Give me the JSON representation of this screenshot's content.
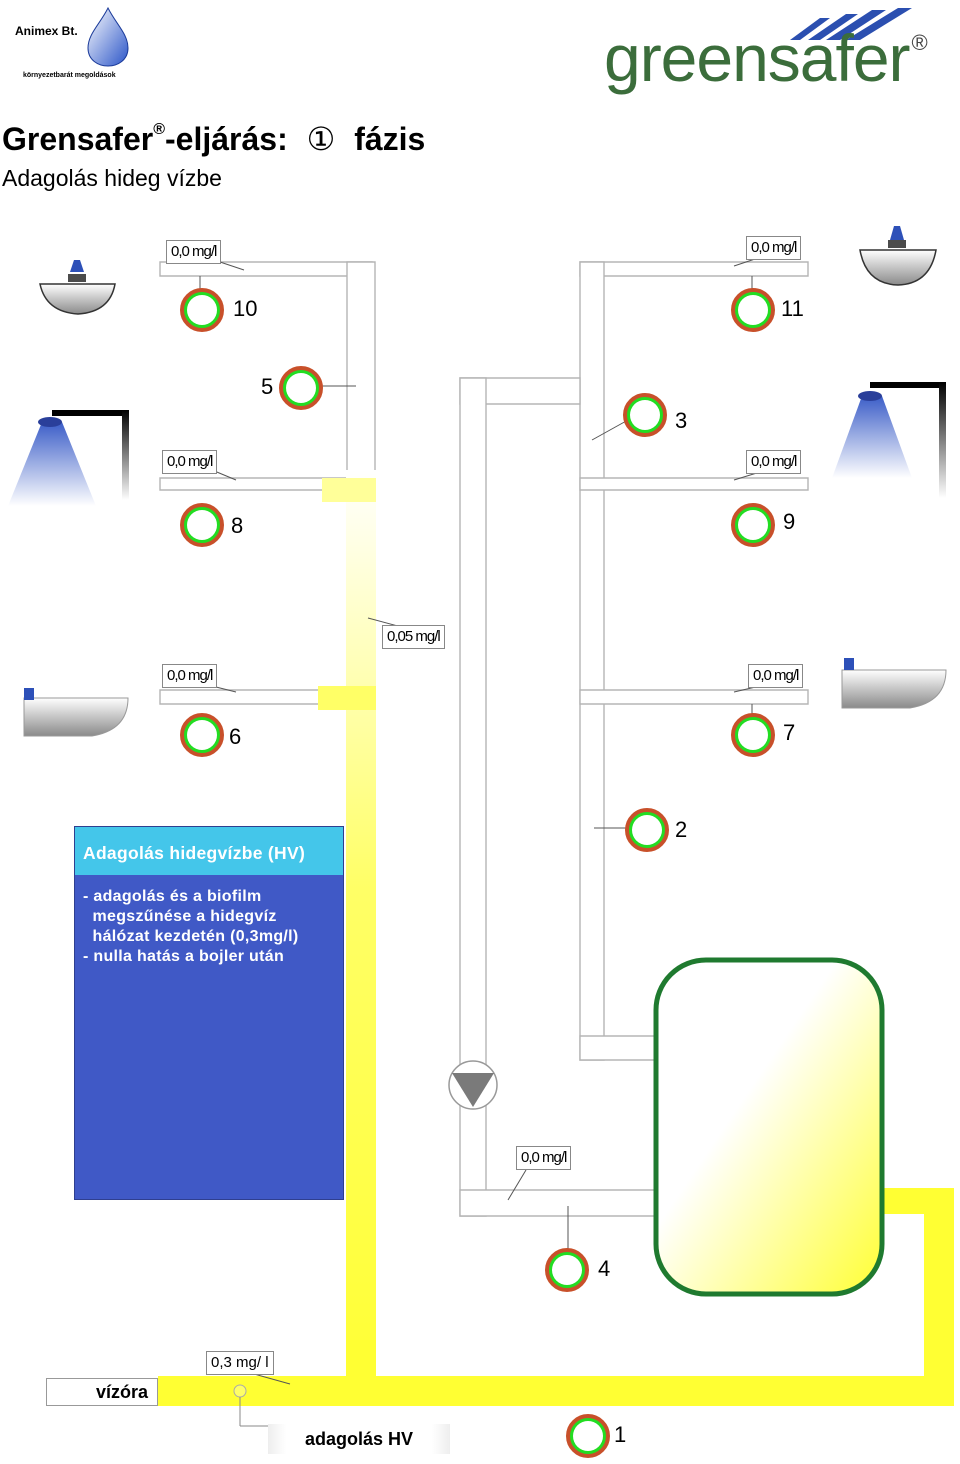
{
  "logos": {
    "animex_name": "Animex Bt.",
    "animex_slogan": "környezetbarát megoldások",
    "greensafer_text": "greensafer",
    "greensafer_mark": "®"
  },
  "header": {
    "title_part1": "Grensafer",
    "title_mark": "®",
    "title_part2": "-eljárás:",
    "phase_symbol": "①",
    "title_part3": "fázis",
    "subtitle": "Adagolás hideg vízbe"
  },
  "readings": {
    "r_top_left": "0,0 mg/l",
    "r_top_right": "0,0 mg/l",
    "r_mid_left": "0,0 mg/l",
    "r_mid_right": "0,0 mg/l",
    "r_center": "0,05 mg/l",
    "r_low_left": "0,0 mg/l",
    "r_low_right": "0,0 mg/l",
    "r_pump": "0,0 mg/l",
    "r_meter": "0,3 mg/ l"
  },
  "points": {
    "p1": "1",
    "p2": "2",
    "p3": "3",
    "p4": "4",
    "p5": "5",
    "p6": "6",
    "p7": "7",
    "p8": "8",
    "p9": "9",
    "p10": "10",
    "p11": "11"
  },
  "infobox": {
    "title": "Adagolás hidegvízbe (HV)",
    "lines": [
      "- adagolás és a biofilm",
      "  megszűnése a hidegvíz",
      "  hálózat kezdetén (0,3mg/l)",
      "- nulla hatás a bojler után"
    ]
  },
  "labels": {
    "meter": "vízóra",
    "dosing": "adagolás HV"
  },
  "colors": {
    "cold_pipe": "#ffff33",
    "cold_pipe_fade": "#ffffff",
    "neutral_pipe": "#ffffff",
    "sensor_fill": "#22dd22",
    "sensor_ring": "#c8502a",
    "infobox_bg": "#4059c6",
    "infobox_header": "#44c6ea",
    "boiler_outline": "#1f7a2f",
    "logo_green": "#3b6d3b"
  },
  "icons": {
    "sink": "sink-icon",
    "shower": "shower-icon",
    "pump": "pump-icon",
    "drop": "water-drop-icon",
    "sensor": "sensor-icon",
    "boiler": "boiler-icon"
  }
}
